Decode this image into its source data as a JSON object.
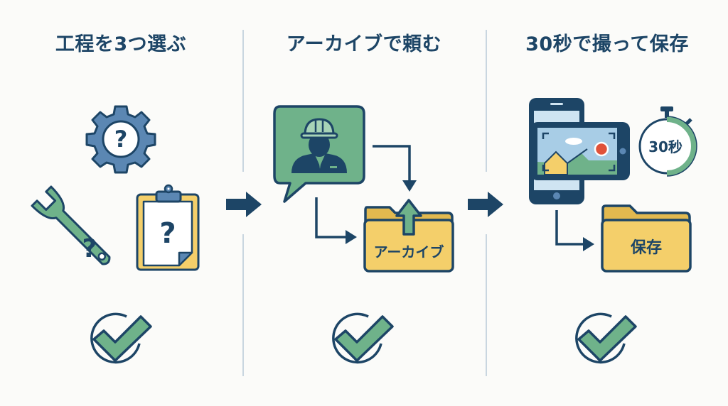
{
  "colors": {
    "navy": "#1d4566",
    "blue": "#5b87b3",
    "green": "#6fb28a",
    "yellow": "#f4cf6a",
    "red": "#e0523a",
    "divider": "#c9d6e0",
    "background": "#fbfbf9"
  },
  "steps": [
    {
      "title": "工程を3つ選ぶ",
      "icons": [
        "gear-question-icon",
        "wrench-question-icon",
        "clipboard-question-icon"
      ],
      "glyphs": {
        "gear": "?",
        "wrench": "?",
        "clipboard": "?"
      }
    },
    {
      "title": "アーカイブで頼む",
      "icons": [
        "worker-speech-bubble-icon",
        "archive-folder-icon",
        "upload-arrow-icon"
      ],
      "folder_label": "アーカイブ"
    },
    {
      "title": "30秒で撮って保存",
      "icons": [
        "smartphone-camera-icon",
        "stopwatch-icon",
        "save-folder-icon"
      ],
      "timer_label": "30秒",
      "folder_label": "保存"
    }
  ],
  "flow_arrows": [
    "step1-to-step2",
    "step2-to-step3"
  ],
  "completion": [
    "done",
    "done",
    "done"
  ]
}
